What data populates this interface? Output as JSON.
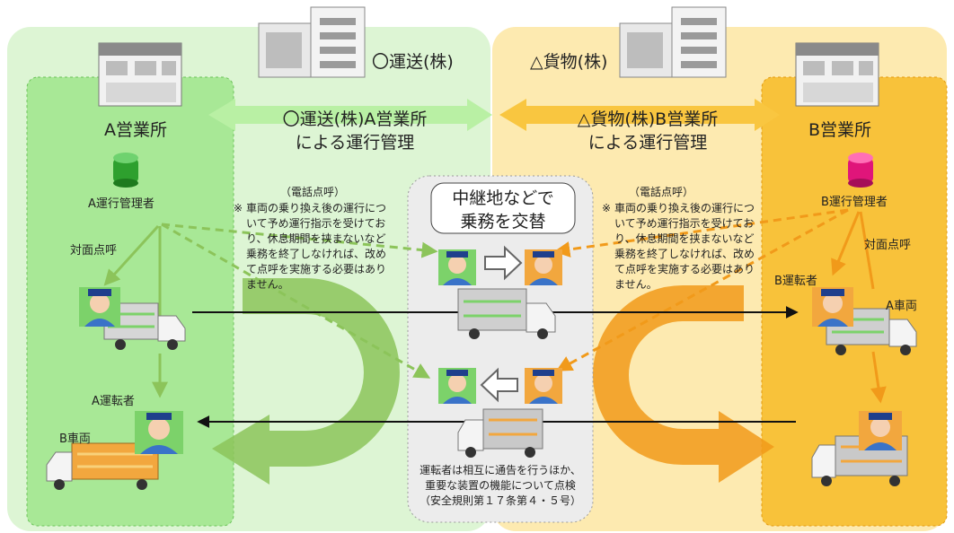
{
  "company_a": {
    "name": "〇運送(株)",
    "office_label": "A営業所",
    "banner_line1": "〇運送(株)A営業所",
    "banner_line2": "による運行管理",
    "manager_label": "A運行管理者",
    "face_to_face_label": "対面点呼",
    "driver_label": "A運転者",
    "vehicle_label": "B車両"
  },
  "company_b": {
    "name": "△貨物(株)",
    "office_label": "B営業所",
    "banner_line1": "△貨物(株)B営業所",
    "banner_line2": "による運行管理",
    "manager_label": "B運行管理者",
    "face_to_face_label": "対面点呼",
    "driver_label": "B運転者",
    "vehicle_label": "A車両"
  },
  "phone_rollcall_left": {
    "title": "（電話点呼）",
    "note_mark": "※",
    "note": "車両の乗り換え後の運行について予め運行指示を受けており、休息期間を挟まないなど乗務を終了しなければ、改めて点呼を実施する必要はありません。"
  },
  "phone_rollcall_right": {
    "title": "（電話点呼）",
    "note_mark": "※",
    "note": "車両の乗り換え後の運行について予め運行指示を受けており、休息期間を挟まないなど乗務を終了しなければ、改めて点呼を実施する必要はありません。"
  },
  "relay": {
    "title_line1": "中継地などで",
    "title_line2": "乗務を交替",
    "note_line1": "運転者は相互に通告を行うほか、",
    "note_line2": "重要な装置の機能について点検",
    "note_line3": "（安全規則第１７条第４・５号）"
  },
  "colors": {
    "green_bg": "#ddf5d4",
    "green_inner": "#a8e896",
    "green_arrow": "#8cc45a",
    "orange_bg": "#fdeab0",
    "orange_inner": "#f8c23a",
    "orange_arrow": "#f19a1a",
    "relay_bg": "#ececec"
  }
}
